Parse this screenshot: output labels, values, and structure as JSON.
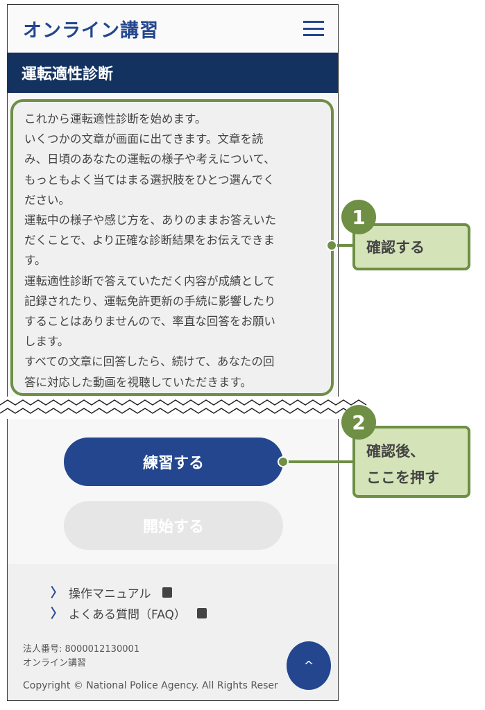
{
  "header": {
    "title": "オンライン講習",
    "menu_icon": "hamburger-icon"
  },
  "banner": {
    "title": "運転適性診断"
  },
  "intro": {
    "lines": [
      "これから運転適性診断を始めます。",
      "いくつかの文章が画面に出てきます。文章を読",
      "み、日頃のあなたの運転の様子や考えについて、",
      "もっともよく当てはまる選択肢をひとつ選んでく",
      "ださい。",
      "運転中の様子や感じ方を、ありのままお答えいた",
      "だくことで、より正確な診断結果をお伝えできま",
      "す。",
      "運転適性診断で答えていただく内容が成績として",
      "記録されたり、運転免許更新の手続に影響したり",
      "することはありませんので、率直な回答をお願い",
      "します。",
      "すべての文章に回答したら、続けて、あなたの回",
      "答に対応した動画を視聴していただきます。"
    ]
  },
  "buttons": {
    "practice": "練習する",
    "start": "開始する"
  },
  "footer": {
    "links": [
      "操作マニュアル",
      "よくある質問（FAQ）"
    ],
    "corp_number": "法人番号: 8000012130001",
    "site_name": "オンライン講習",
    "copyright": "Copyright © National Police Agency. All Rights Reser",
    "top_icon": "^"
  },
  "annotations": [
    {
      "number": "1",
      "text": "確認する"
    },
    {
      "number": "2",
      "line1": "確認後、",
      "line2": "ここを押す"
    }
  ],
  "colors": {
    "brand": "#23468f",
    "banner": "#13325f",
    "annotation": "#6e8f44"
  }
}
